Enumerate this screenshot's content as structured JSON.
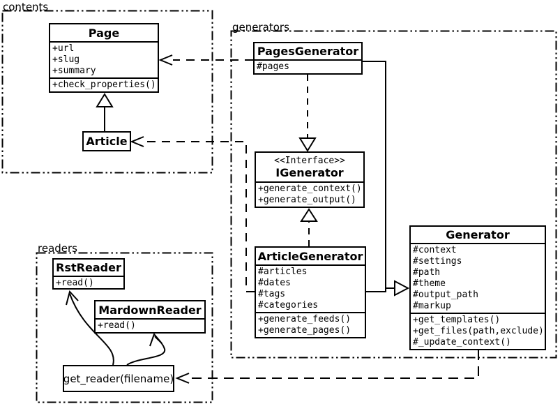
{
  "packages": {
    "contents": {
      "label": "contents"
    },
    "generators": {
      "label": "generators"
    },
    "readers": {
      "label": "readers"
    }
  },
  "classes": {
    "page": {
      "title": "Page",
      "attributes": [
        "+url",
        "+slug",
        "+summary"
      ],
      "methods": [
        "+check_properties()"
      ]
    },
    "article": {
      "title": "Article"
    },
    "pages_generator": {
      "title": "PagesGenerator",
      "attributes": [
        "#pages"
      ]
    },
    "igenerator": {
      "stereotype": "<<Interface>>",
      "title": "IGenerator",
      "methods": [
        "+generate_context()",
        "+generate_output()"
      ]
    },
    "article_generator": {
      "title": "ArticleGenerator",
      "attributes": [
        "#articles",
        "#dates",
        "#tags",
        "#categories"
      ],
      "methods": [
        "+generate_feeds()",
        "+generate_pages()"
      ]
    },
    "generator": {
      "title": "Generator",
      "attributes": [
        "#context",
        "#settings",
        "#path",
        "#theme",
        "#output_path",
        "#markup"
      ],
      "methods": [
        "+get_templates()",
        "+get_files(path,exclude)",
        "#_update_context()"
      ]
    },
    "rst_reader": {
      "title": "RstReader",
      "methods": [
        "+read()"
      ]
    },
    "mardown_reader": {
      "title": "MardownReader",
      "methods": [
        "+read()"
      ]
    }
  },
  "function_box": {
    "label": "get_reader(filename)"
  },
  "relationships": [
    {
      "type": "generalization",
      "from": "Article",
      "to": "Page"
    },
    {
      "type": "dependency",
      "from": "PagesGenerator",
      "to": "Page"
    },
    {
      "type": "dependency",
      "from": "ArticleGenerator",
      "to": "Article"
    },
    {
      "type": "realization",
      "from": "PagesGenerator",
      "to": "IGenerator"
    },
    {
      "type": "realization",
      "from": "ArticleGenerator",
      "to": "IGenerator"
    },
    {
      "type": "generalization",
      "from": "PagesGenerator",
      "to": "Generator"
    },
    {
      "type": "generalization",
      "from": "ArticleGenerator",
      "to": "Generator"
    },
    {
      "type": "dependency",
      "from": "Generator",
      "to": "get_reader(filename)"
    },
    {
      "type": "call-arrow",
      "from": "get_reader(filename)",
      "to": "RstReader"
    },
    {
      "type": "call-arrow",
      "from": "get_reader(filename)",
      "to": "MardownReader"
    }
  ],
  "colors": {
    "line": "#000000",
    "background": "#ffffff",
    "box_fill": "#ffffff"
  }
}
